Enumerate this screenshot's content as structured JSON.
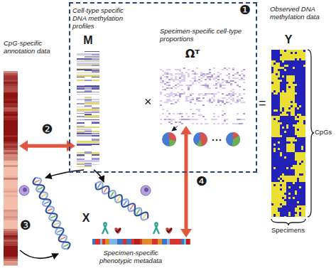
{
  "diagram": {
    "nodes": [
      {
        "text": [
          "❶"
        ]
      },
      {
        "text": [
          "Cell-type specific DNA methylation profiles",
          "M"
        ],
        "in": 0
      },
      {
        "text": [
          "Specimen-specific cell-type proportions",
          "Ωᵀ"
        ],
        "in": 0
      },
      {
        "text": [
          "Observed DNA methylation data",
          "Y"
        ]
      },
      {
        "text": [
          "CpG-specific annotation data"
        ]
      },
      {
        "text": [
          "X",
          "Specimen-specific phenotypic metadata"
        ]
      }
    ],
    "edges": [
      {
        "from": 4,
        "to": 1,
        "arrow": "both",
        "label": "❷"
      },
      {
        "from": 2,
        "to": 5,
        "arrow": "both",
        "label": "❹"
      }
    ],
    "labels": [
      "×",
      "=",
      "CpGs",
      "Specimens",
      "❸"
    ]
  }
}
